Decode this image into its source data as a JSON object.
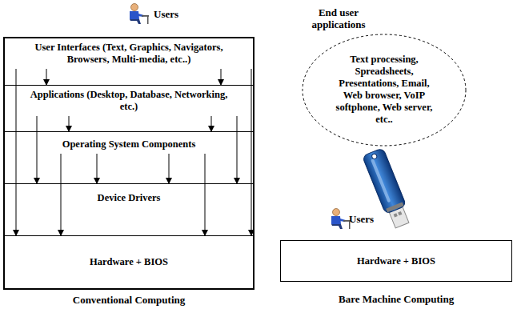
{
  "diagram": {
    "nodes": [
      {
        "text": [
          "Conventional Computing"
        ]
      },
      {
        "text": [
          "User Interfaces (Text, Graphics, Navigators, Browsers, Multi-media, etc..)"
        ],
        "in": 0
      },
      {
        "text": [
          "Applications (Desktop, Database, Networking, etc.)"
        ],
        "in": 0
      },
      {
        "text": [
          "Operating System Components"
        ],
        "in": 0
      },
      {
        "text": [
          "Device Drivers"
        ],
        "in": 0
      },
      {
        "text": [
          "Hardware + BIOS"
        ],
        "in": 0
      },
      {
        "text": [
          "End user applications",
          "Text processing, Spreadsheets, Presentations, Email, Web browser, VoIP softphone, Web server, etc.."
        ]
      },
      {
        "text": [
          "Hardware + BIOS"
        ]
      }
    ],
    "edges": [
      {
        "from": 1,
        "to": 2,
        "arrow": "to"
      },
      {
        "from": 1,
        "to": 2,
        "arrow": "to"
      },
      {
        "from": 1,
        "to": 5,
        "arrow": "to"
      },
      {
        "from": 1,
        "to": 5,
        "arrow": "to"
      },
      {
        "from": 2,
        "to": 3,
        "arrow": "to"
      },
      {
        "from": 2,
        "to": 3,
        "arrow": "to"
      },
      {
        "from": 2,
        "to": 4,
        "arrow": "to"
      },
      {
        "from": 2,
        "to": 4,
        "arrow": "to"
      },
      {
        "from": 3,
        "to": 4,
        "arrow": "to"
      },
      {
        "from": 3,
        "to": 4,
        "arrow": "to"
      },
      {
        "from": 3,
        "to": 5,
        "arrow": "to"
      },
      {
        "from": 3,
        "to": 5,
        "arrow": "to"
      }
    ],
    "labels": [
      "Users",
      "Users",
      "Bare Machine Computing"
    ]
  }
}
